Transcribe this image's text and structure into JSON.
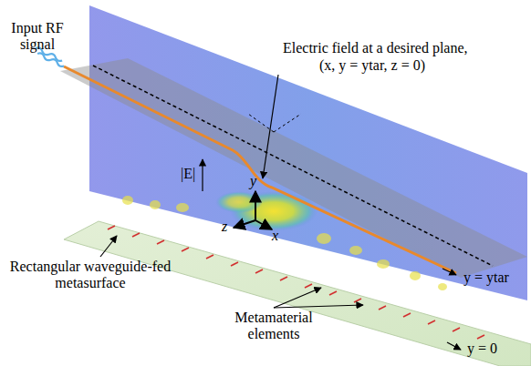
{
  "diagram": {
    "labels": [
      "Input RF signal",
      "Electric field at a desired plane,",
      "(x, y = ytar, z = 0)",
      "|E|",
      "y",
      "z",
      "x",
      "Rectangular waveguide-fed metasurface",
      "Metamaterial elements",
      "y = ytar",
      "y = 0"
    ]
  }
}
